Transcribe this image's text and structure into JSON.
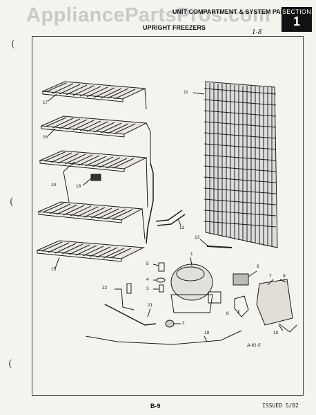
{
  "watermark": "AppliancePartsPros.com",
  "header": {
    "top_line": "UNIT COMPARTMENT & SYSTEM PARTS",
    "title": "UPRIGHT FREEZERS",
    "section_label": "SECTION",
    "section_number": "1",
    "handwritten": "1-8"
  },
  "callouts": {
    "c1": "1",
    "c2": "2",
    "c3": "3",
    "c4": "4",
    "c5": "5",
    "c6": "6",
    "c7": "7",
    "c8": "8",
    "c9": "9",
    "c10": "10",
    "c11": "11",
    "c12": "12",
    "c13": "13",
    "c14": "14",
    "c15": "15",
    "c16": "16",
    "c17": "17",
    "c18": "18",
    "c19": "19",
    "c21": "21",
    "c22": "22"
  },
  "diagram_code": "A-61-5",
  "footer": {
    "page_number": "B-9",
    "issued": "ISSUED 5/82"
  }
}
